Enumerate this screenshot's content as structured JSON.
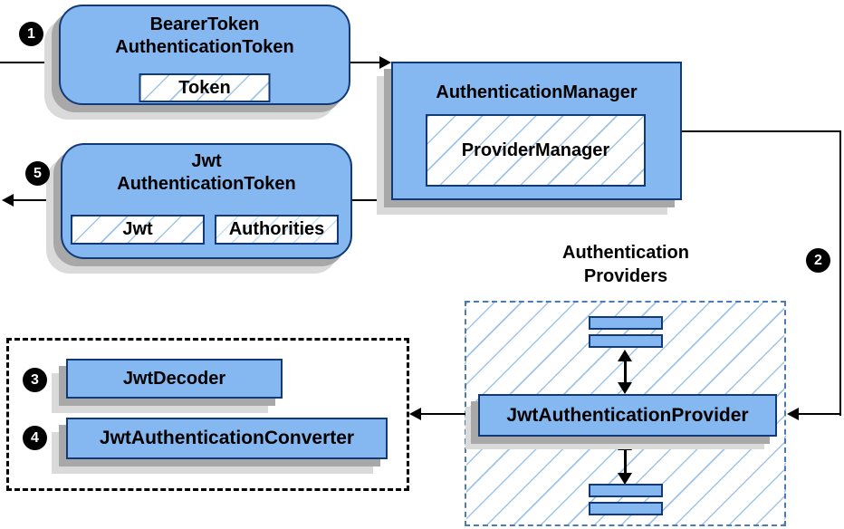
{
  "nodes": {
    "bearer_token": {
      "line1": "BearerToken",
      "line2": "AuthenticationToken",
      "chip": "Token"
    },
    "authentication_manager": {
      "title": "AuthenticationManager",
      "inner": "ProviderManager"
    },
    "jwt_authentication_token": {
      "line1": "Jwt",
      "line2": "AuthenticationToken",
      "chips": [
        "Jwt",
        "Authorities"
      ]
    },
    "authentication_providers": {
      "line1": "Authentication",
      "line2": "Providers",
      "provider": "JwtAuthenticationProvider"
    },
    "converter_group": {
      "decoder": "JwtDecoder",
      "converter": "JwtAuthenticationConverter"
    }
  },
  "badges": {
    "step1": "1",
    "step2": "2",
    "step3": "3",
    "step4": "4",
    "step5": "5"
  },
  "colors": {
    "node_fill": "#85b7f0",
    "node_border": "#123a76",
    "hatch_line": "#9fc4e8",
    "dashed_blue": "#4d7ab5",
    "dashed_black": "#000000",
    "shadow_dark": "#a8a8a8",
    "shadow_light": "#dadada",
    "connector": "#000000",
    "badge_bg": "#000000",
    "badge_text": "#ffffff"
  }
}
